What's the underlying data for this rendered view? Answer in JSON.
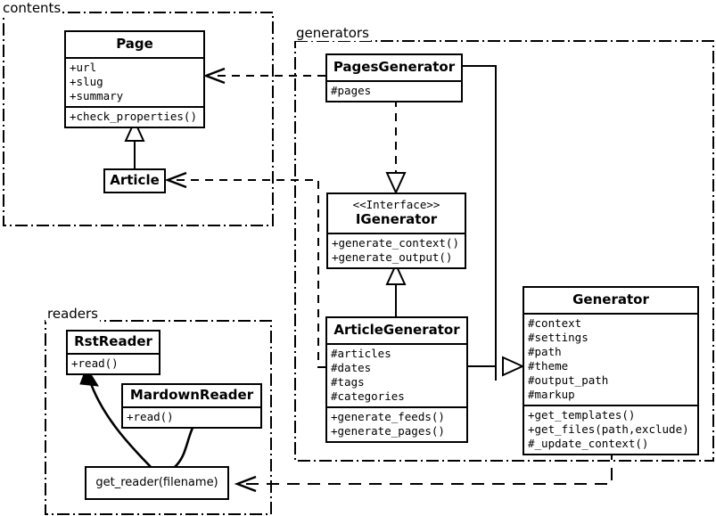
{
  "diagram": {
    "title": "UML class diagram",
    "stroke_color": "#000000",
    "background_color": "#ffffff"
  },
  "packages": [
    {
      "id": "contents",
      "label": "contents"
    },
    {
      "id": "generators",
      "label": "generators"
    },
    {
      "id": "readers",
      "label": "readers"
    }
  ],
  "classes": {
    "page": {
      "name": "Page",
      "attributes": [
        "+url",
        "+slug",
        "+summary"
      ],
      "operations": [
        "+check_properties()"
      ]
    },
    "article": {
      "name": "Article"
    },
    "pages_generator": {
      "name": "PagesGenerator",
      "attributes": [
        "#pages"
      ]
    },
    "igenerator": {
      "stereotype": "<<Interface>>",
      "name": "IGenerator",
      "operations": [
        "+generate_context()",
        "+generate_output()"
      ]
    },
    "article_generator": {
      "name": "ArticleGenerator",
      "attributes": [
        "#articles",
        "#dates",
        "#tags",
        "#categories"
      ],
      "operations": [
        "+generate_feeds()",
        "+generate_pages()"
      ]
    },
    "generator": {
      "name": "Generator",
      "attributes": [
        "#context",
        "#settings",
        "#path",
        "#theme",
        "#output_path",
        "#markup"
      ],
      "operations": [
        "+get_templates()",
        "+get_files(path,exclude)",
        "#_update_context()"
      ]
    },
    "rst_reader": {
      "name": "RstReader",
      "operations": [
        "+read()"
      ]
    },
    "mardown_reader": {
      "name": "MardownReader",
      "operations": [
        "+read()"
      ]
    },
    "get_reader": {
      "name": "get_reader(filename)"
    }
  },
  "relationships": [
    {
      "type": "generalization",
      "from": "article",
      "to": "page",
      "style": "solid-hollow-triangle"
    },
    {
      "type": "realization",
      "from": "pages_generator",
      "to": "igenerator",
      "style": "dashed-hollow-triangle"
    },
    {
      "type": "realization",
      "from": "article_generator",
      "to": "igenerator",
      "style": "dashed-hollow-triangle"
    },
    {
      "type": "generalization",
      "from": "pages_generator",
      "to": "generator",
      "style": "solid-hollow-triangle"
    },
    {
      "type": "generalization",
      "from": "article_generator",
      "to": "generator",
      "style": "solid-hollow-triangle"
    },
    {
      "type": "dependency",
      "from": "pages_generator",
      "to": "page",
      "style": "dashed-open-arrow"
    },
    {
      "type": "dependency",
      "from": "article_generator",
      "to": "article",
      "style": "dashed-open-arrow"
    },
    {
      "type": "dependency",
      "from": "generator",
      "to": "get_reader",
      "style": "dashed-open-arrow"
    },
    {
      "type": "call",
      "from": "get_reader",
      "to": "rst_reader",
      "style": "curved-solid-arrow"
    },
    {
      "type": "call",
      "from": "get_reader",
      "to": "mardown_reader",
      "style": "curved-solid-arrow"
    }
  ]
}
